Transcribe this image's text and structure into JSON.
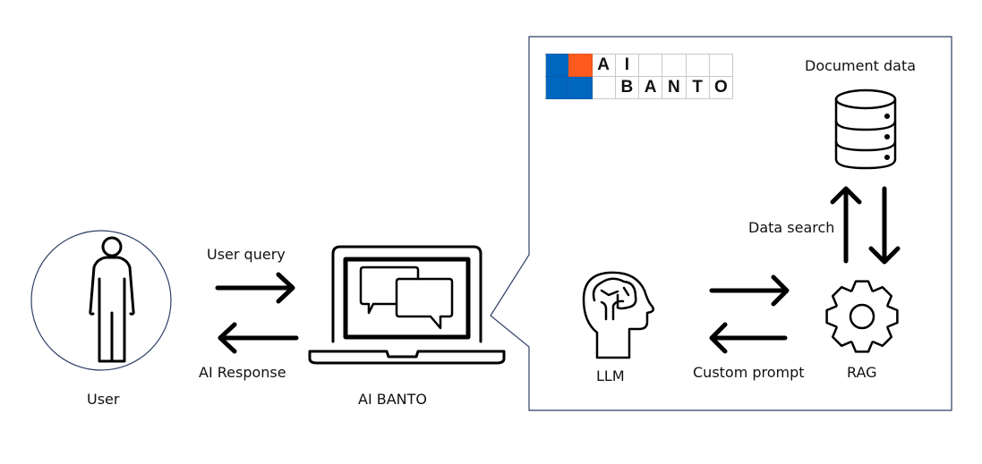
{
  "colors": {
    "logo_blue": "#0067c0",
    "logo_orange": "#ff5a1f",
    "outline": "#2f3f66",
    "icon_stroke": "#000000"
  },
  "user": {
    "label": "User",
    "icon": "person-icon"
  },
  "flows_left": {
    "query_label": "User query",
    "response_label": "AI Response"
  },
  "client": {
    "label": "AI BANTO",
    "icon": "laptop-chat-icon"
  },
  "detail_panel": {
    "logo": {
      "row1": [
        "",
        "",
        "A",
        "I",
        "",
        "",
        "",
        ""
      ],
      "row2": [
        "",
        "",
        "",
        "B",
        "A",
        "N",
        "T",
        "O"
      ],
      "color_cells": {
        "row1": [
          "blue",
          "orange"
        ],
        "row2": [
          "blue",
          "blue"
        ]
      }
    },
    "document_data": {
      "label": "Document data",
      "icon": "database-icon"
    },
    "data_search_label": "Data search",
    "llm": {
      "label": "LLM",
      "icon": "brain-head-icon"
    },
    "custom_prompt_label": "Custom prompt",
    "rag": {
      "label": "RAG",
      "icon": "gear-icon"
    }
  }
}
